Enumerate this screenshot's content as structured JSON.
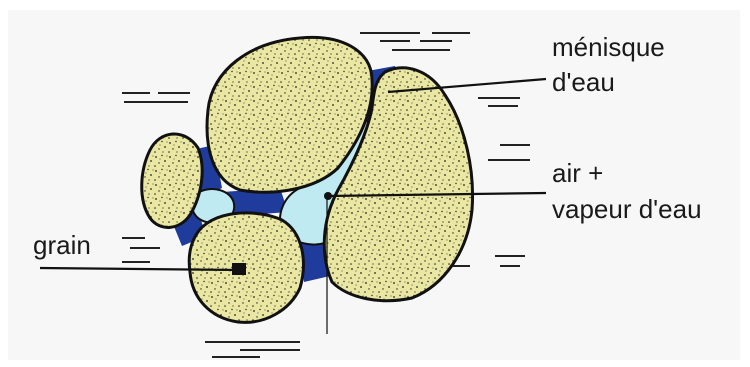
{
  "labels": {
    "meniscus_line1": "ménisque",
    "meniscus_line2": "d'eau",
    "air_line1": "air +",
    "air_line2": "vapeur d'eau",
    "grain": "grain"
  },
  "colors": {
    "background": "#f7f7f7",
    "grain_fill": "#eae7a3",
    "grain_outline": "#111111",
    "water": "#1f3c9c",
    "air": "#bfeaf2",
    "lines": "#111111"
  }
}
